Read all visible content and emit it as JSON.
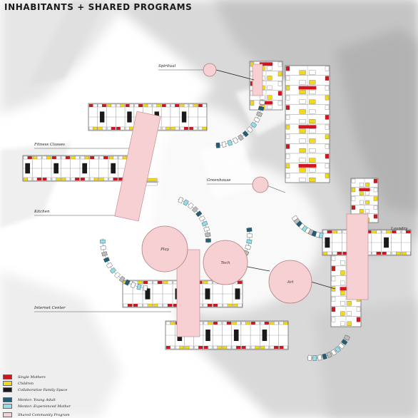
{
  "title": "INHABITANTS + SHARED PROGRAMS",
  "labels": {
    "spiritual": "Spiritual",
    "fitness": "Fitness Classes",
    "kitchen": "Kitchen",
    "greenhouse": "Greenhouse",
    "laundry": "Laundry",
    "internet": "Internet Center",
    "play": "Play",
    "tech": "Tech",
    "art": "Art"
  },
  "legend": [
    {
      "label": "Single Mothers",
      "color": "#d2141e"
    },
    {
      "label": "Children",
      "color": "#f2d91a"
    },
    {
      "label": "Collaborative Family Space",
      "color": "#1a1a1a"
    },
    {
      "label": "Mentor: Young Adult",
      "color": "#1f5f7a"
    },
    {
      "label": "Mentor: Experienced Mother",
      "color": "#8fe0ea"
    },
    {
      "label": "Shared Community Program",
      "color": "#f6d0d2"
    }
  ]
}
